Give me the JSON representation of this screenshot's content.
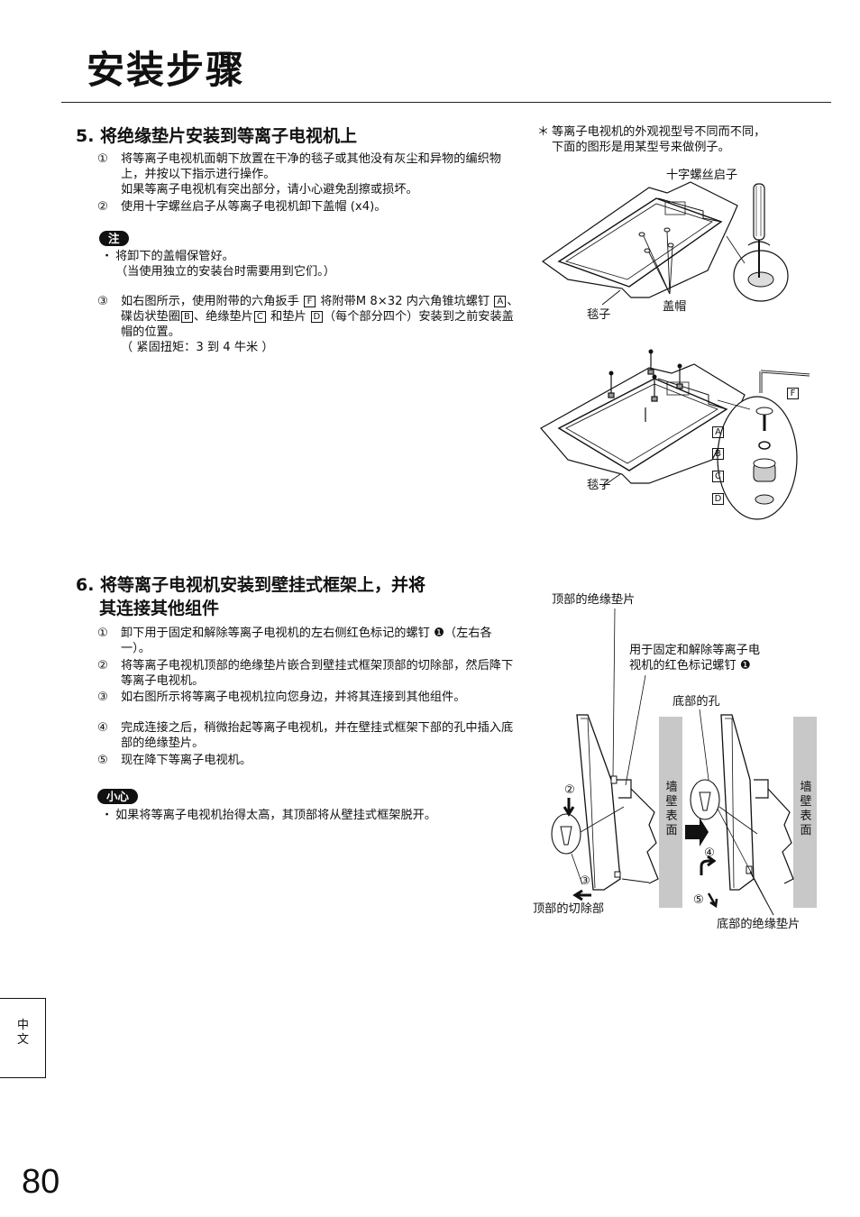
{
  "page_title": "安装步骤",
  "section5": {
    "heading": "5. 将绝缘垫片安装到等离子电视机上",
    "step1_num": "①",
    "step1": "将等离子电视机面朝下放置在干净的毯子或其他没有灰尘和异物的编织物上，并按以下指示进行操作。",
    "step1_sub": "如果等离子电视机有突出部分，请小心避免刮擦或损坏。",
    "step2_num": "②",
    "step2": "使用十字螺丝启子从等离子电视机卸下盖帽 (x4)。",
    "note_badge": "注",
    "note1": "将卸下的盖帽保管好。",
    "note2": "（当使用独立的安装台时需要用到它们。）",
    "step3_num": "③",
    "step3_a": "如右图所示，使用附带的六角扳手",
    "key_F": "F",
    "step3_b": "将附带M 8×32 内六角锥坑螺钉",
    "key_A": "A",
    "step3_c": "、碟齿状垫圈",
    "key_B": "B",
    "step3_d": "、绝缘垫片",
    "key_C": "C",
    "step3_e": "和垫片",
    "key_D": "D",
    "step3_f": "（每个部分四个）安装到之前安装盖帽的位置。",
    "torque": "（ 紧固扭矩：3 到 4 牛米 ）"
  },
  "figure1": {
    "note_star": "＊",
    "note_line1": "等离子电视机的外观视型号不同而不同，",
    "note_line2": "下面的图形是用某型号来做例子。",
    "screwdriver_label": "十字螺丝启子",
    "blanket_label": "毯子",
    "cap_label": "盖帽"
  },
  "figure2": {
    "blanket_label": "毯子",
    "key_F": "F",
    "key_A": "A",
    "key_B": "B",
    "key_C": "C",
    "key_D": "D"
  },
  "section6": {
    "heading_line1": "6. 将等离子电视机安装到壁挂式框架上，并将",
    "heading_line2": "其连接其他组件",
    "step1_num": "①",
    "step1": "卸下用于固定和解除等离子电视机的左右侧红色标记的螺钉 ❶（左右各一）。",
    "step2_num": "②",
    "step2": "将等离子电视机顶部的绝缘垫片嵌合到壁挂式框架顶部的切除部，然后降下等离子电视机。",
    "step3_num": "③",
    "step3": "如右图所示将等离子电视机拉向您身边，并将其连接到其他组件。",
    "step4_num": "④",
    "step4": "完成连接之后，稍微抬起等离子电视机，并在壁挂式框架下部的孔中插入底部的绝缘垫片。",
    "step5_num": "⑤",
    "step5": "现在降下等离子电视机。",
    "caution_badge": "小心",
    "caution1": "如果将等离子电视机抬得太高，其顶部将从壁挂式框架脱开。"
  },
  "figure3": {
    "top_spacer_label": "顶部的绝缘垫片",
    "red_screw_line1": "用于固定和解除等离子电",
    "red_screw_line2": "视机的红色标记螺钉 ❶",
    "bottom_hole_label": "底部的孔",
    "wall_label_left": "墙壁表面",
    "wall_label_right": "墙壁表面",
    "marker2": "②",
    "marker3": "③",
    "marker4": "④",
    "marker5": "⑤",
    "top_cutout_label": "顶部的切除部",
    "bottom_spacer_label": "底部的绝缘垫片"
  },
  "side_tab": "中文",
  "page_number": "80"
}
